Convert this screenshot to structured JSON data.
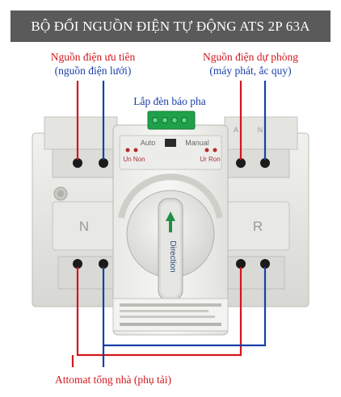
{
  "banner": {
    "title": "BỘ ĐỔI NGUỒN ĐIỆN TỰ ĐỘNG ATS 2P 63A"
  },
  "labels": {
    "priority_line1": "Nguồn điện ưu tiên",
    "priority_line2": "(nguồn điện lưới)",
    "backup_line1": "Nguồn điện dự phòng",
    "backup_line2": "(máy phát, ắc quy)",
    "indicator": "Lắp đèn báo pha",
    "load": "Attomat tổng nhà (phụ tải)"
  },
  "device": {
    "mode_auto": "Auto",
    "mode_manual": "Manual",
    "left_indicators": "Un Non",
    "right_indicators": "Ur Ron",
    "left_terminal": "N",
    "right_terminal": "R",
    "handle_text": "Direction",
    "top_marks": [
      "A",
      "N"
    ]
  },
  "colors": {
    "red_wire": "#d4161c",
    "blue_wire": "#1a3fa8",
    "terminal_block": "#1fa14a"
  }
}
